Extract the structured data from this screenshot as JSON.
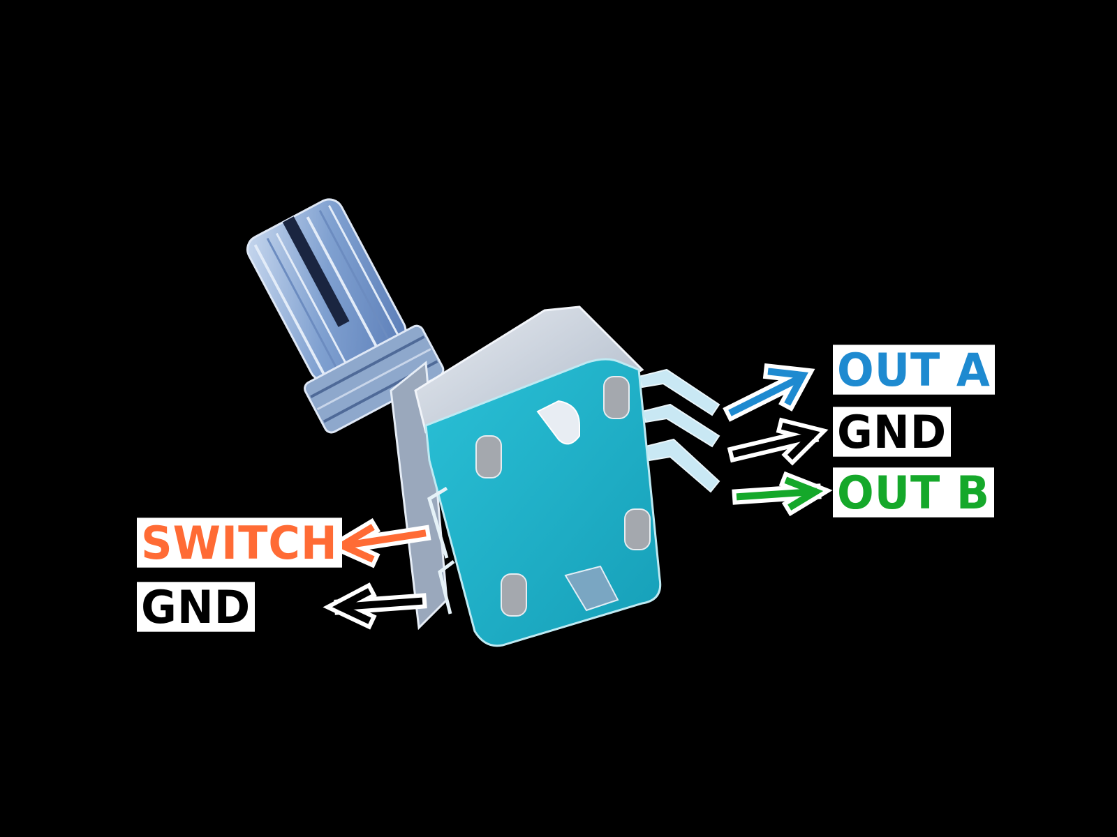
{
  "diagram": {
    "subject": "Rotary encoder with push switch (pinout)",
    "background": "#000000",
    "labels": {
      "out_a": {
        "text": "OUT A",
        "color": "#1e8ad0"
      },
      "gnd_right": {
        "text": "GND",
        "color": "#000000"
      },
      "out_b": {
        "text": "OUT B",
        "color": "#15a82a"
      },
      "switch": {
        "text": "SWITCH",
        "color": "#ff6b35"
      },
      "gnd_left": {
        "text": "GND",
        "color": "#000000"
      }
    },
    "arrows": [
      {
        "name": "out-a-arrow",
        "direction": "up-right",
        "color": "#1e8ad0"
      },
      {
        "name": "gnd-right-arrow",
        "direction": "right",
        "color": "#000000"
      },
      {
        "name": "out-b-arrow",
        "direction": "right",
        "color": "#15a82a"
      },
      {
        "name": "switch-arrow",
        "direction": "left",
        "color": "#ff6b35"
      },
      {
        "name": "gnd-left-arrow",
        "direction": "left",
        "color": "#000000"
      }
    ],
    "component_colors": {
      "body": "#1fb0c8",
      "metal": "#b8c6d8",
      "shaft": "#8fb0dc"
    }
  }
}
